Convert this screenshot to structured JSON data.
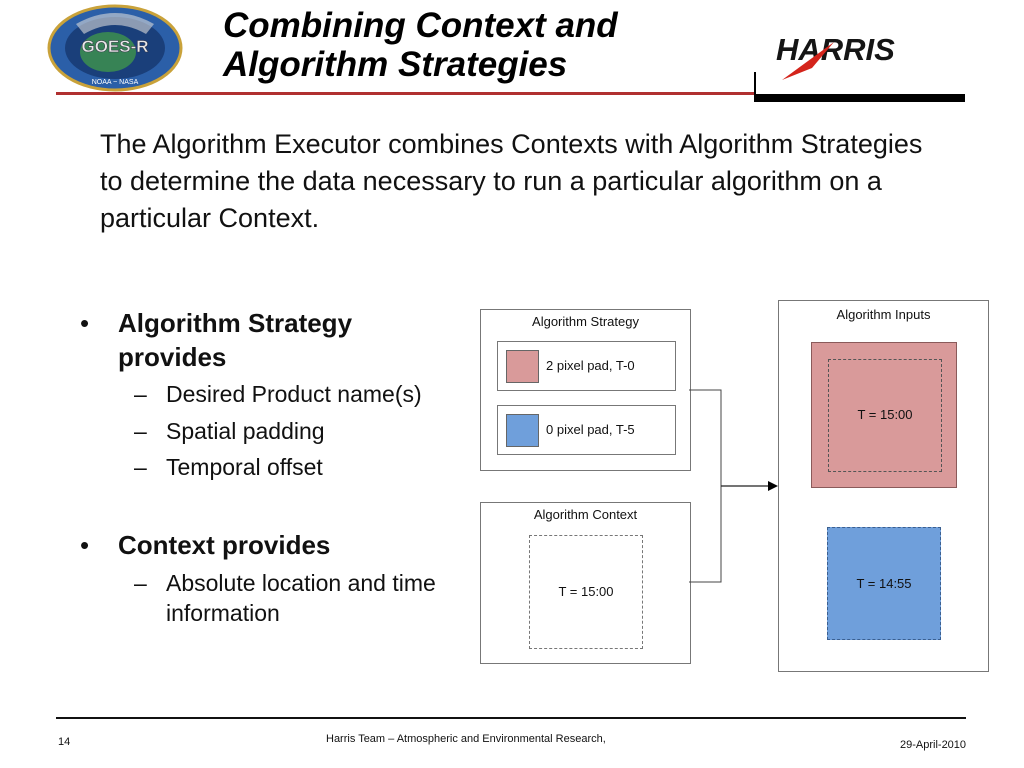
{
  "slide": {
    "title_line1": "Combining Context and",
    "title_line2": "Algorithm Strategies",
    "intro": "The Algorithm Executor combines Contexts with Algorithm Strategies to determine the data necessary to run a particular algorithm on a particular Context."
  },
  "logos": {
    "goes_text": "GOES-R",
    "goes_bottom": "NOAA ~ NASA",
    "harris_text": "HARRIS"
  },
  "bullets": [
    {
      "label": "Algorithm Strategy provides",
      "line1": "Algorithm Strategy",
      "line2": "provides",
      "subs": [
        "Desired Product name(s)",
        "Spatial padding",
        "Temporal offset"
      ]
    },
    {
      "label": "Context provides",
      "line1": "Context provides",
      "subs_line1": "Absolute location and time",
      "subs_line2": "information"
    }
  ],
  "diagram": {
    "strategy_title": "Algorithm Strategy",
    "strategy_items": [
      {
        "label": "2 pixel pad, T-0",
        "color": "#d99a9a"
      },
      {
        "label": "0 pixel pad, T-5",
        "color": "#6f9fdb"
      }
    ],
    "context_title": "Algorithm Context",
    "context_time": "T = 15:00",
    "inputs_title": "Algorithm Inputs",
    "input_red_time": "T = 15:00",
    "input_blue_time": "T = 14:55",
    "colors": {
      "red": "#d99a9a",
      "blue": "#6f9fdb"
    }
  },
  "footer": {
    "page": "14",
    "center": "Harris Team – Atmospheric and Environmental Research,",
    "date": "29-April-2010"
  }
}
